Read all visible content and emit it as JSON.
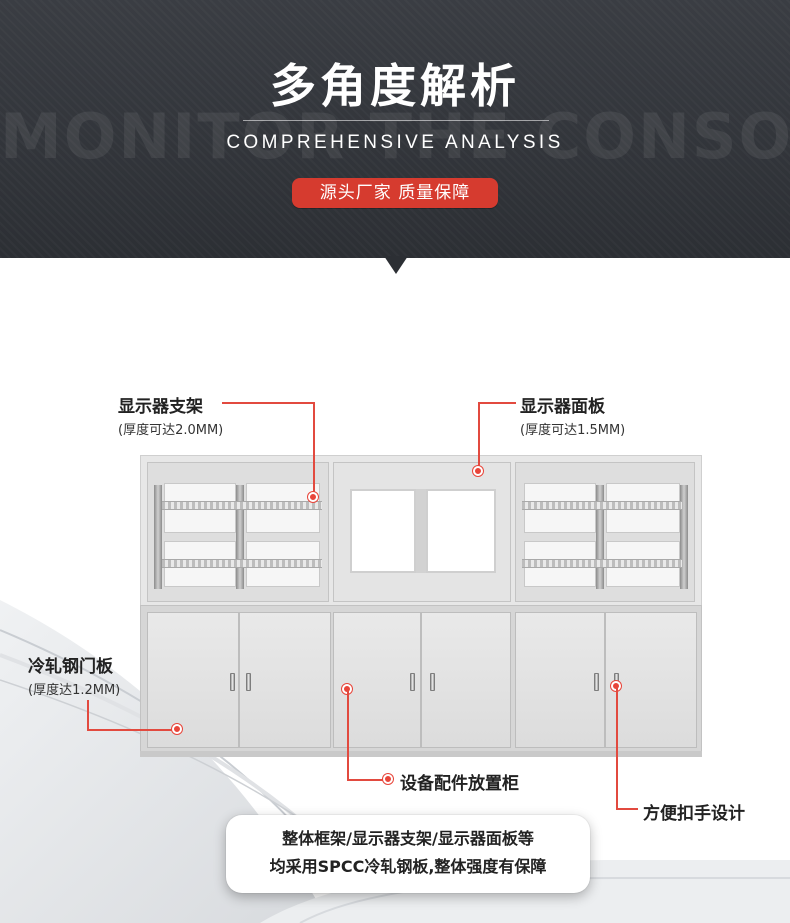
{
  "header": {
    "title": "多角度解析",
    "subtitle": "COMPREHENSIVE ANALYSIS",
    "background_word": "MONITOR THE CONSOLE",
    "badge": "源头厂家  质量保障"
  },
  "callouts": {
    "monitor_bracket": {
      "label": "显示器支架",
      "detail": "(厚度可达2.0MM)"
    },
    "monitor_panel": {
      "label": "显示器面板",
      "detail": "(厚度可达1.5MM)"
    },
    "steel_door": {
      "label": "冷轧钢门板",
      "detail": "(厚度达1.2MM)"
    },
    "storage_cabinet": {
      "label": "设备配件放置柜"
    },
    "handle": {
      "label": "方便扣手设计"
    }
  },
  "note": {
    "line1": "整体框架/显示器支架/显示器面板等",
    "line2": "均采用SPCC冷轧钢板,整体强度有保障"
  },
  "colors": {
    "header_bg": "#2c2f34",
    "accent_red": "#d63b2f",
    "callout_line": "#e24a3f"
  }
}
